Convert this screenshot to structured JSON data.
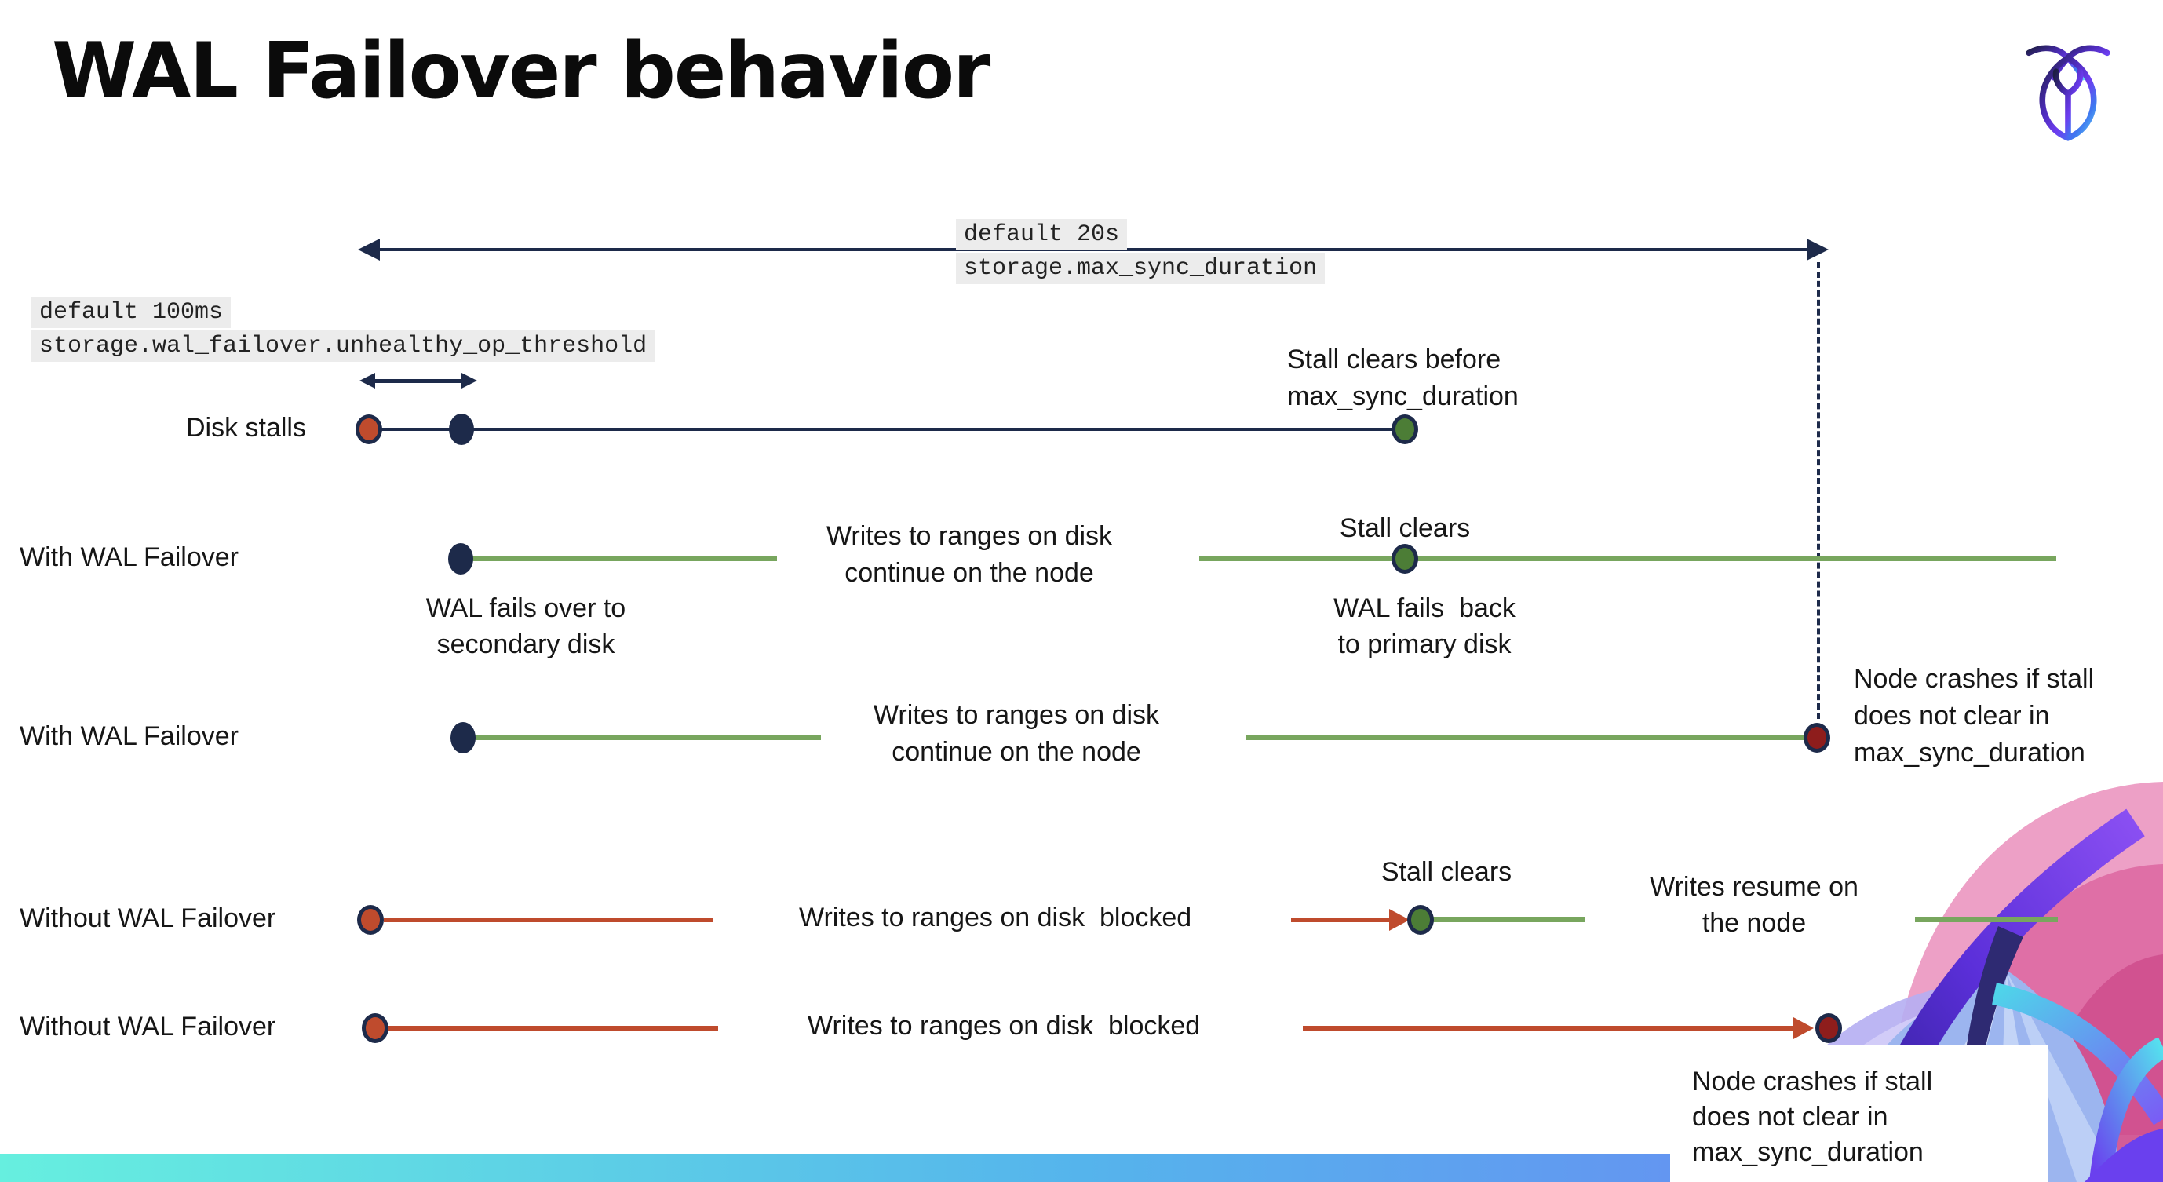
{
  "slide": {
    "title": "WAL Failover behavior"
  },
  "icons": {
    "logo": "cockroachdb-mark"
  },
  "settings": {
    "max_sync_duration": {
      "default": "default 20s",
      "setting": "storage.max_sync_duration"
    },
    "unhealthy_op_threshold": {
      "default": "default 100ms",
      "setting": "storage.wal_failover.unhealthy_op_threshold"
    }
  },
  "rows": {
    "disk_stalls": {
      "label": "Disk stalls",
      "stall_clears": [
        "Stall clears before",
        "max_sync_duration"
      ]
    },
    "with_failover_1": {
      "label": "With WAL Failover",
      "fails_over": [
        "WAL fails over to",
        "secondary disk"
      ],
      "writes": [
        "Writes to ranges on disk",
        "continue on the node"
      ],
      "stall_clears": "Stall clears",
      "fails_back": [
        "WAL fails  back",
        "to primary disk"
      ]
    },
    "with_failover_2": {
      "label": "With WAL Failover",
      "writes": [
        "Writes to ranges on disk",
        "continue on the node"
      ],
      "crash": [
        "Node crashes if stall",
        "does not clear in",
        "max_sync_duration"
      ]
    },
    "without_failover_1": {
      "label": "Without WAL Failover",
      "writes": "Writes to ranges on disk  blocked",
      "stall_clears": "Stall clears",
      "resume": [
        "Writes resume on",
        "the node"
      ]
    },
    "without_failover_2": {
      "label": "Without WAL Failover",
      "writes": "Writes to ranges on disk  blocked",
      "crash": [
        "Node crashes if stall",
        "does not clear in",
        "max_sync_duration"
      ]
    }
  },
  "colors": {
    "navy": "#1d2a4a",
    "green_line": "#78a65e",
    "green_dot": "#4c7d36",
    "red": "#bf4b2d",
    "maroon": "#8e1d1c",
    "code_bg": "#ececec",
    "bar1": "#66efdf",
    "bar2": "#55b4ec",
    "bar3": "#6f7df5"
  }
}
